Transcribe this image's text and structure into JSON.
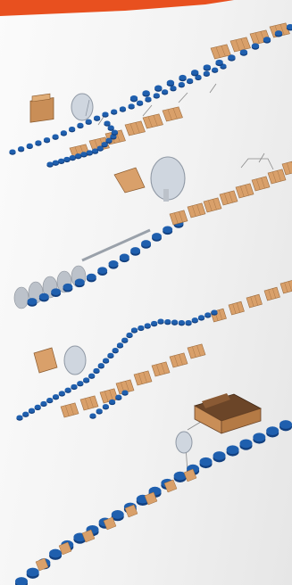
{
  "illustration": {
    "kind": "packaging line process diagrams",
    "colors": {
      "banner": "#e8501f",
      "container": "#1f5fae",
      "container_shade": "#123f7e",
      "carton": "#d9a06a",
      "carton_edge": "#9b6a3c",
      "blade": "#cfd6df",
      "roller": "#bcc2ca",
      "line": "#7d7d7d"
    },
    "panels": [
      {
        "id": "panel-1"
      },
      {
        "id": "panel-2"
      },
      {
        "id": "panel-3"
      },
      {
        "id": "panel-4"
      }
    ]
  }
}
